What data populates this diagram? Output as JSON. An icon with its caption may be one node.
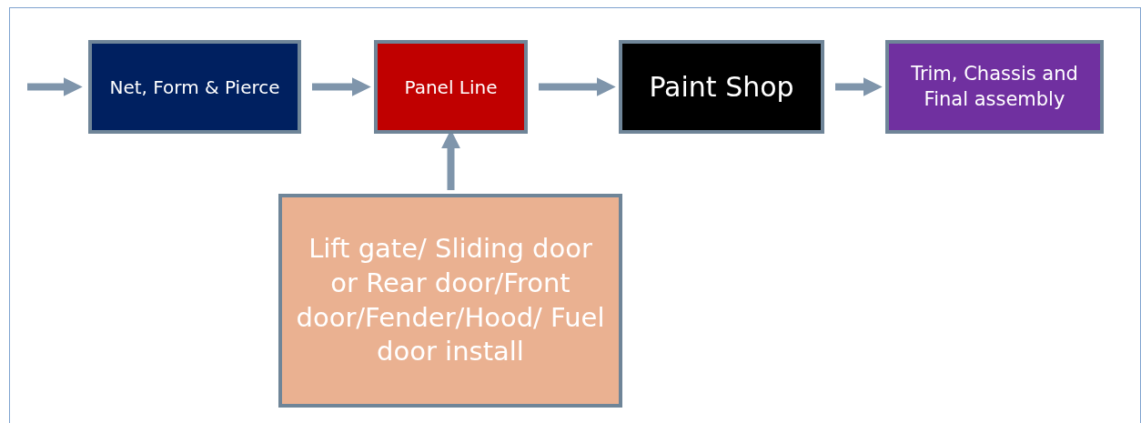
{
  "diagram": {
    "nodes": [
      {
        "text": [
          "Net, Form & Pierce"
        ]
      },
      {
        "text": [
          "Panel Line"
        ]
      },
      {
        "text": [
          "Paint Shop"
        ]
      },
      {
        "text": [
          "Trim, Chassis and Final assembly"
        ]
      },
      {
        "text": [
          "Lift gate/ Sliding door or Rear door/Front door/Fender/Hood/ Fuel door install"
        ]
      }
    ],
    "edges": [
      {
        "from": null,
        "to": 0,
        "arrow": "to"
      },
      {
        "from": 0,
        "to": 1,
        "arrow": "to"
      },
      {
        "from": 1,
        "to": 2,
        "arrow": "to"
      },
      {
        "from": 2,
        "to": 3,
        "arrow": "to"
      },
      {
        "from": 4,
        "to": 1,
        "arrow": "to"
      }
    ]
  }
}
